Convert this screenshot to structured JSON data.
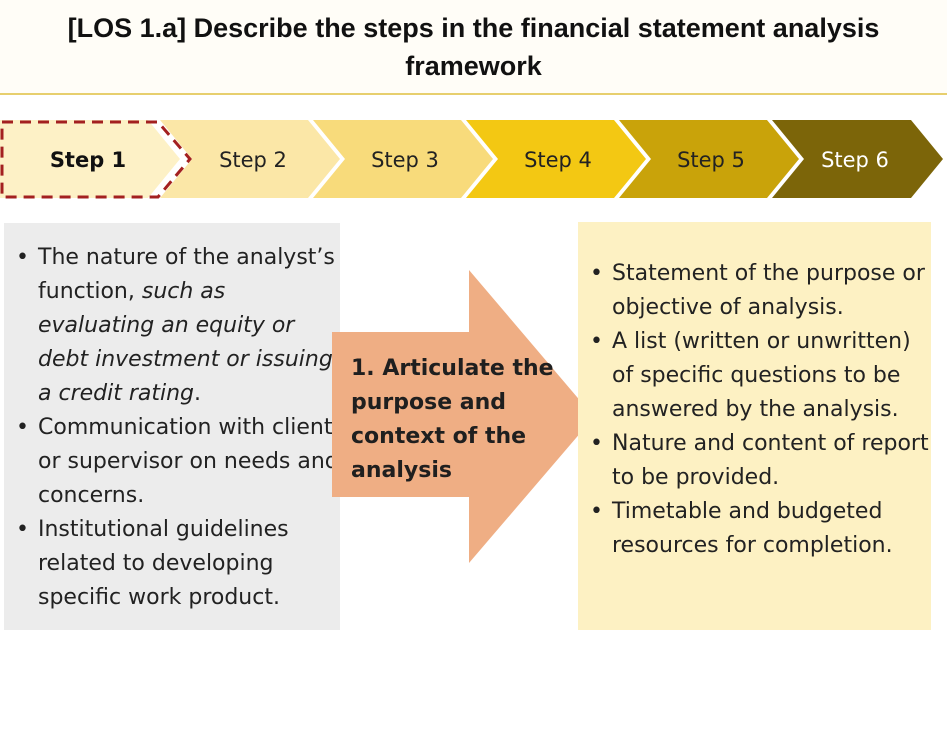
{
  "title": "[LOS 1.a] Describe the steps in the financial statement analysis framework",
  "steps": [
    {
      "label": "Step 1",
      "color": "#fdf1c6",
      "text_color": "#111111",
      "active": true
    },
    {
      "label": "Step 2",
      "color": "#fbe7a7",
      "text_color": "#222222"
    },
    {
      "label": "Step 3",
      "color": "#f8db7b",
      "text_color": "#222222"
    },
    {
      "label": "Step 4",
      "color": "#f3c813",
      "text_color": "#222222"
    },
    {
      "label": "Step 5",
      "color": "#c9a30a",
      "text_color": "#222222"
    },
    {
      "label": "Step 6",
      "color": "#7c6509",
      "text_color": "#ffffff"
    }
  ],
  "active_outline_color": "#a32020",
  "inputs": {
    "bullets": [
      {
        "parts": [
          {
            "text": "The nature of the analyst’s function, ",
            "italic": false
          },
          {
            "text": "such as evaluating an equity or debt investment or issuing a credit rating",
            "italic": true
          },
          {
            "text": ".",
            "italic": false
          }
        ]
      },
      {
        "parts": [
          {
            "text": "Communication with client or supervisor on needs and concerns.",
            "italic": false
          }
        ]
      },
      {
        "parts": [
          {
            "text": "Institutional guidelines related to developing specific work product.",
            "italic": false
          }
        ]
      }
    ]
  },
  "arrow": {
    "label": "1. Articulate the purpose and context of the analysis",
    "color": "#efae84"
  },
  "outputs": {
    "bullets": [
      "Statement of the purpose or objective of analysis.",
      "A list (written or unwritten) of specific questions to be answered by the analysis.",
      "Nature and content of report to be provided.",
      "Timetable and budgeted resources for completion."
    ]
  }
}
